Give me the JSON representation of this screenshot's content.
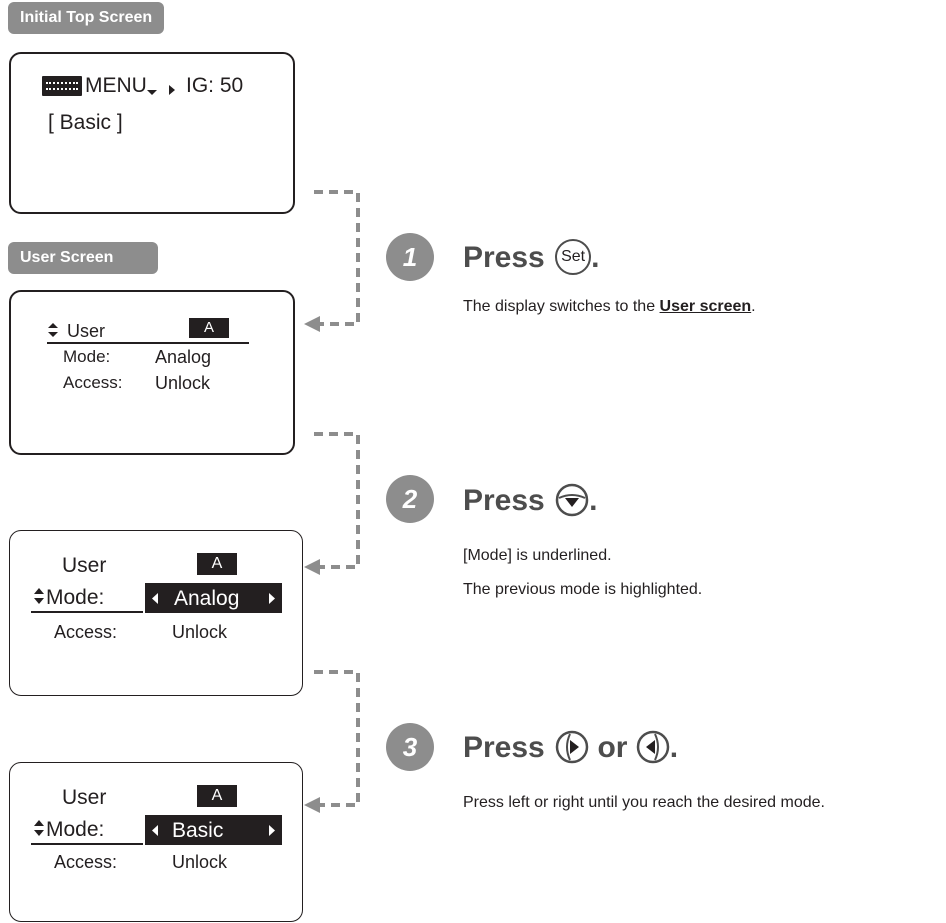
{
  "labels": {
    "initial_top_screen": "Initial Top Screen",
    "user_screen": "User Screen"
  },
  "lcd_top": {
    "menu_label": "MENU",
    "ig_value": "IG: 50",
    "mode_line": "[ Basic ]"
  },
  "lcd_user": {
    "title": "User",
    "mode_label": "Mode:",
    "mode_value": "Analog",
    "access_label": "Access:",
    "access_value": "Unlock"
  },
  "lcd_step2": {
    "title": "User",
    "mode_label": "Mode:",
    "mode_value": "Analog",
    "access_label": "Access:",
    "access_value": "Unlock"
  },
  "lcd_step3": {
    "title": "User",
    "mode_label": "Mode:",
    "mode_value": "Basic",
    "access_label": "Access:",
    "access_value": "Unlock"
  },
  "icons": {
    "person_icon_text": "A"
  },
  "steps": [
    {
      "number": "1",
      "press": "Press",
      "button": "Set",
      "desc_prefix": "The display switches to the ",
      "desc_link": "User screen",
      "desc_suffix": "."
    },
    {
      "number": "2",
      "press": "Press",
      "line1": "[Mode] is underlined.",
      "line2": "The previous mode is highlighted."
    },
    {
      "number": "3",
      "press": "Press",
      "or": "or",
      "line1": "Press left or right until you reach the desired mode."
    }
  ]
}
